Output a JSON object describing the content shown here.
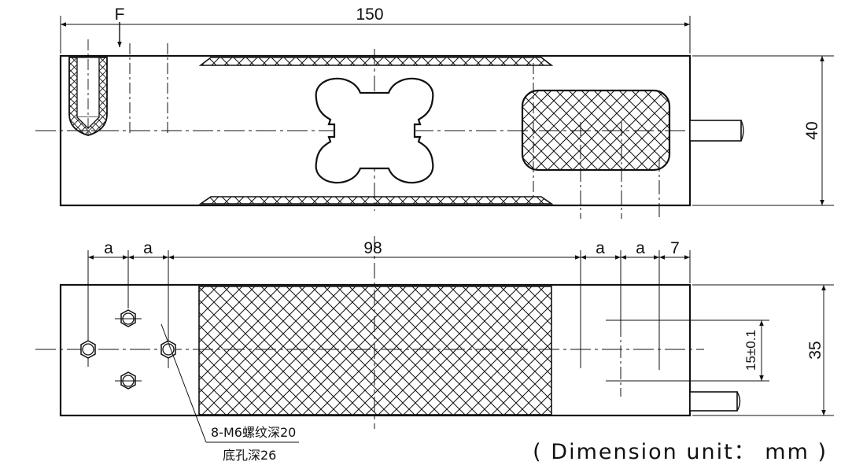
{
  "top_view": {
    "force_label": "F",
    "overall_length": "150",
    "height": "40"
  },
  "bottom_view": {
    "spacing_label": "a",
    "center_span": "98",
    "edge_offset": "7",
    "hole_spacing": "15±0.1",
    "width": "35",
    "thread_note_line1": "8-M6螺纹深20",
    "thread_note_line2": "底孔深26"
  },
  "unit_note": "( Dimension unit： mm )",
  "colors": {
    "line": "#111111",
    "hatch": "#111111",
    "background": "#ffffff"
  }
}
